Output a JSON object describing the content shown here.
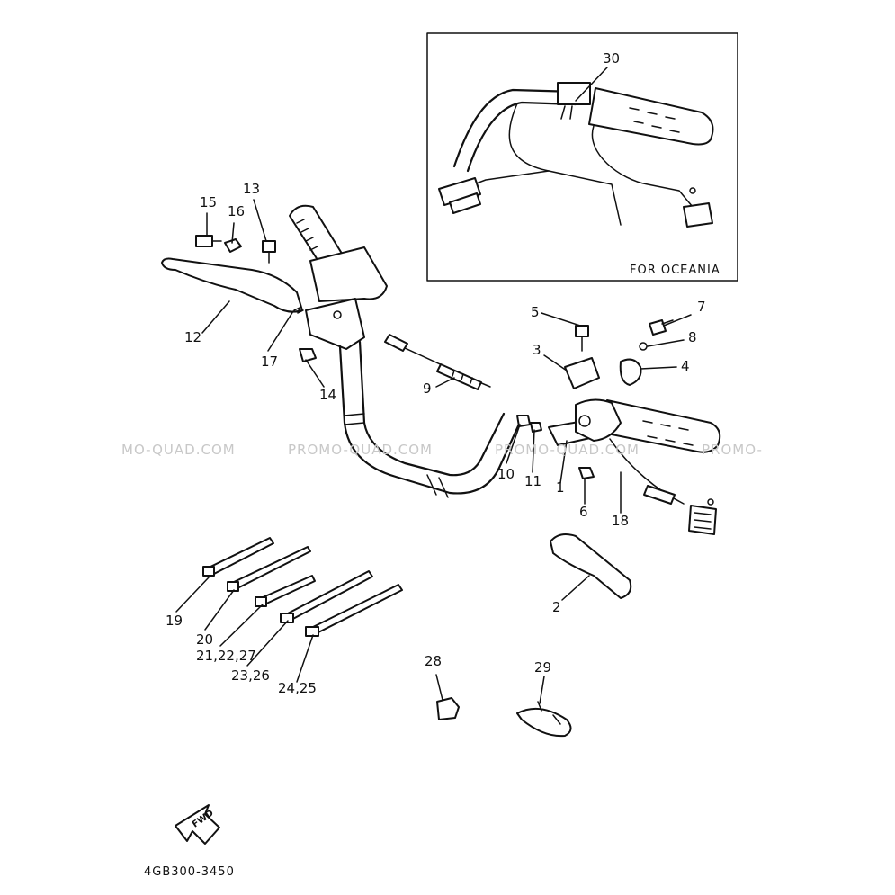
{
  "inset": {
    "caption": "FOR OCEANIA",
    "callout": "30"
  },
  "drawing_code": "4GB300-3450",
  "fwd_label": "FWD",
  "watermark": [
    "MO-QUAD.COM",
    "PROMO-QUAD.COM",
    "PROMO-QUAD.COM",
    "PROMO-"
  ],
  "callouts": {
    "c1": "1",
    "c2": "2",
    "c3": "3",
    "c4": "4",
    "c5": "5",
    "c6": "6",
    "c7": "7",
    "c8": "8",
    "c9": "9",
    "c10": "10",
    "c11": "11",
    "c12": "12",
    "c13": "13",
    "c14": "14",
    "c15": "15",
    "c16": "16",
    "c17": "17",
    "c18": "18",
    "c19": "19",
    "c20": "20",
    "c21": "21,22,27",
    "c23": "23,26",
    "c24": "24,25",
    "c28": "28",
    "c29": "29"
  },
  "colors": {
    "ink": "#111111",
    "watermark": "#c8c8c8",
    "background": "#ffffff"
  }
}
